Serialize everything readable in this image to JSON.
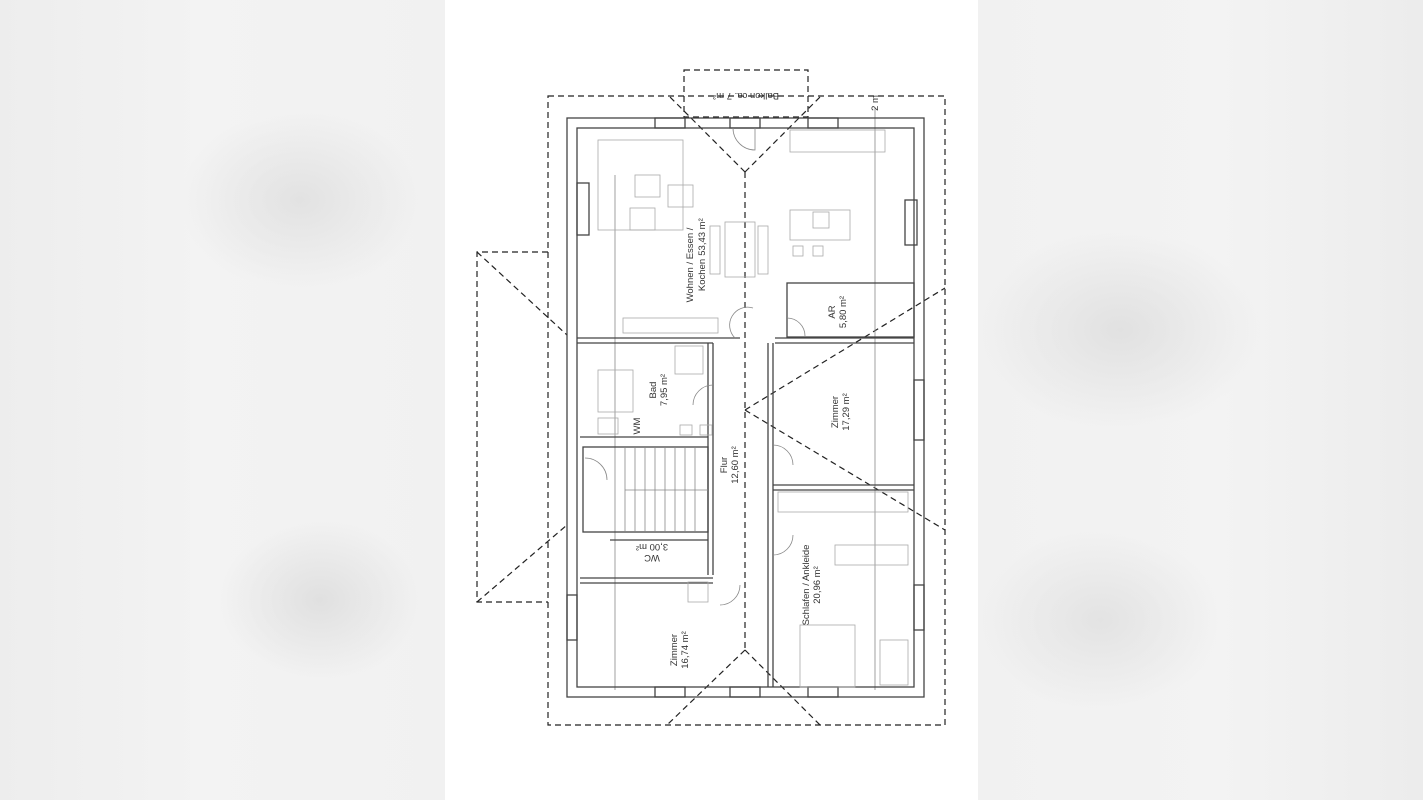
{
  "plan": {
    "balcony": "Balkon  ca. 7 m²",
    "dimension_marker": "2 m",
    "rooms": [
      {
        "name": "Wohnen / Essen /",
        "name2": "Kochen",
        "area": "53,43 m²"
      },
      {
        "name": "AR",
        "area": "5,80 m²"
      },
      {
        "name": "Bad",
        "area": "7,95 m²"
      },
      {
        "name": "WM"
      },
      {
        "name": "Zimmer",
        "area": "17,29 m²"
      },
      {
        "name": "Flur",
        "area": "12,60 m²"
      },
      {
        "name": "WC",
        "area": "3,00 m²"
      },
      {
        "name": "Schlafen / Ankleide",
        "area": "20,96 m²"
      },
      {
        "name": "Zimmer",
        "area": "16,74 m²"
      }
    ]
  }
}
